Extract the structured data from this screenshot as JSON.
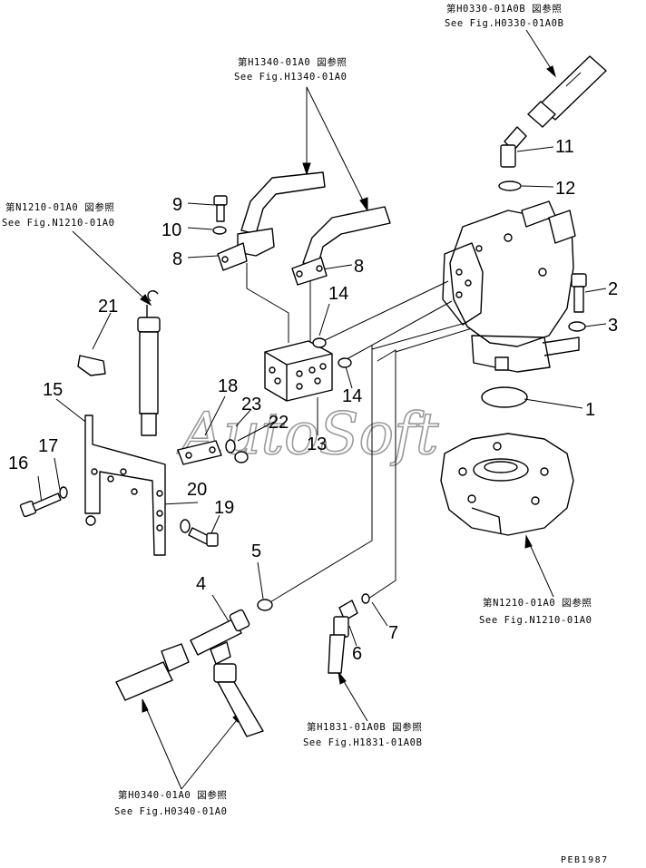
{
  "watermark": "AutoSoft",
  "drawing_code": "PEB1987",
  "refs": {
    "h0330": {
      "ja": "第H0330-01A0B 図参照",
      "en": "See Fig.H0330-01A0B"
    },
    "h1340": {
      "ja": "第H1340-01A0 図参照",
      "en": "See Fig.H1340-01A0"
    },
    "n1210a": {
      "ja": "第N1210-01A0 図参照",
      "en": "See Fig.N1210-01A0"
    },
    "n1210b": {
      "ja": "第N1210-01A0 図参照",
      "en": "See Fig.N1210-01A0"
    },
    "h1831": {
      "ja": "第H1831-01A0B 図参照",
      "en": "See Fig.H1831-01A0B"
    },
    "h0340": {
      "ja": "第H0340-01A0 図参照",
      "en": "See Fig.H0340-01A0"
    }
  },
  "callouts": {
    "c1": "1",
    "c2": "2",
    "c3": "3",
    "c4": "4",
    "c5": "5",
    "c6": "6",
    "c7": "7",
    "c8a": "8",
    "c8b": "8",
    "c9": "9",
    "c10": "10",
    "c11": "11",
    "c12": "12",
    "c13": "13",
    "c14a": "14",
    "c14b": "14",
    "c15": "15",
    "c16": "16",
    "c17": "17",
    "c18": "18",
    "c19": "19",
    "c20": "20",
    "c21": "21",
    "c22": "22",
    "c23": "23"
  }
}
